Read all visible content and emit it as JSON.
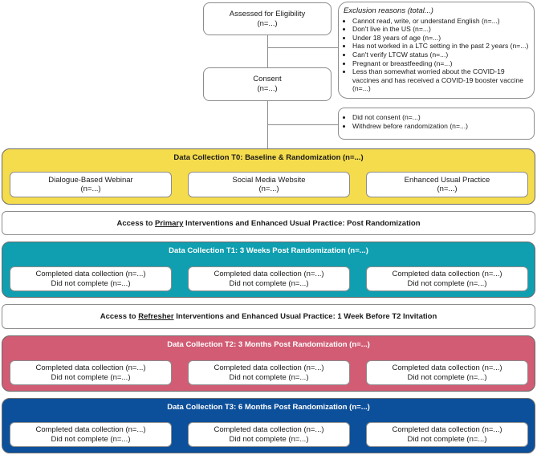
{
  "assessed": {
    "title": "Assessed for Eligibility",
    "n": "(n=...)"
  },
  "exclusion": {
    "header": "Exclusion reasons (total...)",
    "items": [
      "Cannot read, write, or understand English (n=...)",
      "Don't live in the US (n=...)",
      "Under 18 years of age (n=...)",
      "Has not worked in a LTC setting in the past 2 years (n=...)",
      "Can't verify LTCW status (n=...)",
      "Pregnant or breastfeeding (n=...)",
      "Less than somewhat worried about the COVID-19 vaccines and has received a COVID-19 booster vaccine (n=...)"
    ]
  },
  "consent": {
    "title": "Consent",
    "n": "(n=...)"
  },
  "not_consent": {
    "items": [
      "Did not consent (n=...)",
      "Withdrew before randomization (n=...)"
    ]
  },
  "t0": {
    "title": "Data Collection T0: Baseline & Randomization (n=...)",
    "color": "#f5dc4d",
    "arms": [
      {
        "name": "Dialogue-Based Webinar",
        "n": "(n=...)"
      },
      {
        "name": "Social Media Website",
        "n": "(n=...)"
      },
      {
        "name": "Enhanced Usual Practice",
        "n": "(n=...)"
      }
    ]
  },
  "access_primary": {
    "pre": "Access to ",
    "key": "Primary",
    "post": " Interventions and Enhanced Usual Practice: Post Randomization"
  },
  "t1": {
    "title": "Data Collection T1: 3 Weeks Post Randomization (n=...)",
    "color": "#0f9fb0",
    "cells": [
      {
        "completed": "Completed data collection (n=...)",
        "not": "Did not complete (n=...)"
      },
      {
        "completed": "Completed data collection (n=...)",
        "not": "Did not complete (n=...)"
      },
      {
        "completed": "Completed data collection (n=...)",
        "not": "Did not complete (n=...)"
      }
    ]
  },
  "access_refresher": {
    "pre": "Access to ",
    "key": "Refresher",
    "post": " Interventions and Enhanced Usual Practice: 1 Week Before T2 Invitation"
  },
  "t2": {
    "title": "Data Collection T2: 3 Months Post Randomization (n=...)",
    "color": "#d15c74",
    "cells": [
      {
        "completed": "Completed data collection (n=...)",
        "not": "Did not complete (n=...)"
      },
      {
        "completed": "Completed data collection (n=...)",
        "not": "Did not complete (n=...)"
      },
      {
        "completed": "Completed data collection (n=...)",
        "not": "Did not complete (n=...)"
      }
    ]
  },
  "t3": {
    "title": "Data Collection T3: 6 Months Post Randomization (n=...)",
    "color": "#0c4f9a",
    "cells": [
      {
        "completed": "Completed data collection (n=...)",
        "not": "Did not complete (n=...)"
      },
      {
        "completed": "Completed data collection (n=...)",
        "not": "Did not complete (n=...)"
      },
      {
        "completed": "Completed data collection (n=...)",
        "not": "Did not complete (n=...)"
      }
    ]
  }
}
